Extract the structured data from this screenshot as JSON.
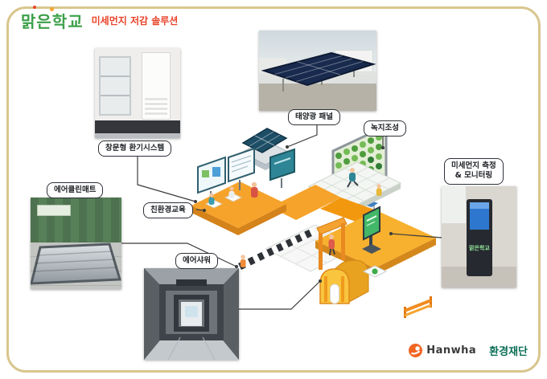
{
  "header": {
    "logo": "맑은학교",
    "subtitle": "미세먼지 저감 솔루션"
  },
  "callouts": {
    "window_vent": "창문형 환기시스템",
    "solar_panel": "태양광 패널",
    "greenery": "녹지조성",
    "air_clean_mat": "에어클린매트",
    "eco_education": "친환경교육",
    "air_shower": "에어샤워",
    "monitoring": "미세먼지 측정\n& 모니터링"
  },
  "photos": {
    "kiosk_screen_text": "맑은학교"
  },
  "footer": {
    "hanwha": "Hanwha",
    "foundation": "환경재단"
  },
  "colors": {
    "frame_border": "#d9c68e",
    "logo_green": "#3ca04a",
    "title_red": "#e8442a",
    "walkway_orange": "#f6a32b",
    "hanwha_orange": "#f26522",
    "foundation_green": "#0a6e57",
    "kiosk_screen_blue": "#2d77cf"
  }
}
